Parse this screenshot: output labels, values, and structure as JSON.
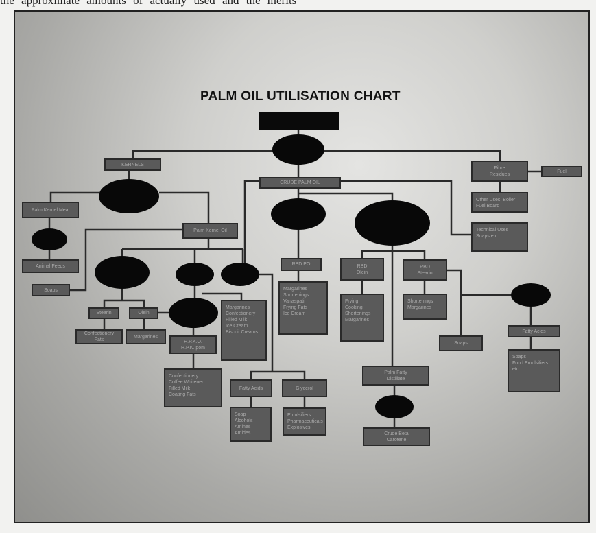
{
  "page_text_fragment": "the approximate amounts of      actually used and the merits",
  "title": "PALM OIL UTILISATION CHART",
  "nodes": {
    "kernels": "KERNELS",
    "palm_kernel_meal": "Palm Kernel Meal",
    "animal_feeds": "Animal Feeds",
    "palm_kernel_oil": "Palm Kernel Oil",
    "soaps_left": "Soaps",
    "stearin": "Stearin",
    "olein": "Olein",
    "confectionery_fats": "Confectionery\nFats",
    "margarines_small": "Margarines",
    "hpko": "H.P.K.O.\nH.P.K. pom",
    "hpko_uses": "Confectionery\nCoffee Whitener\nFilled Milk\nCoating Fats",
    "pko_uses": "Margarines\nConfectionery\nFilled Milk\nIce Cream\nBiscuit Creams",
    "fatty_acids_left": "Fatty Acids",
    "glycerol": "Glycerol",
    "fatty_acid_uses": "Soap\nAlcohols\nAmines\nAmides",
    "glycerol_uses": "Emulsifiers\nPharmaceuticals\nExplosives",
    "crude_palm_oil": "CRUDE PALM OIL",
    "rbd_po": "RBD PO",
    "rbd_po_uses": "Margarines\nShortenings\nVanaspati\nFrying Fats\nIce Cream",
    "rbd_olein": "RBD\nOlein",
    "rbd_olein_uses": "Frying\nCooking\nShortenings\nMargarines",
    "rbd_stearin": "RBD\nStearin",
    "rbd_stearin_uses": "Shortenings\nMargarines",
    "soaps_mid": "Soaps",
    "palm_fatty_distillate": "Palm Fatty\nDistillate",
    "crude_beta_carotene": "Crude Beta\nCarotene",
    "fibre_residues": "Fibre\nResidues",
    "fuel": "Fuel",
    "fibre_uses": "Other Uses: Boiler\nFuel Board",
    "technical_uses": "Technical Uses\nSoaps etc",
    "fatty_acids_right": "Fatty Acids",
    "fatty_acids_right_uses": "Soaps\nFood Emulsifiers\netc"
  }
}
